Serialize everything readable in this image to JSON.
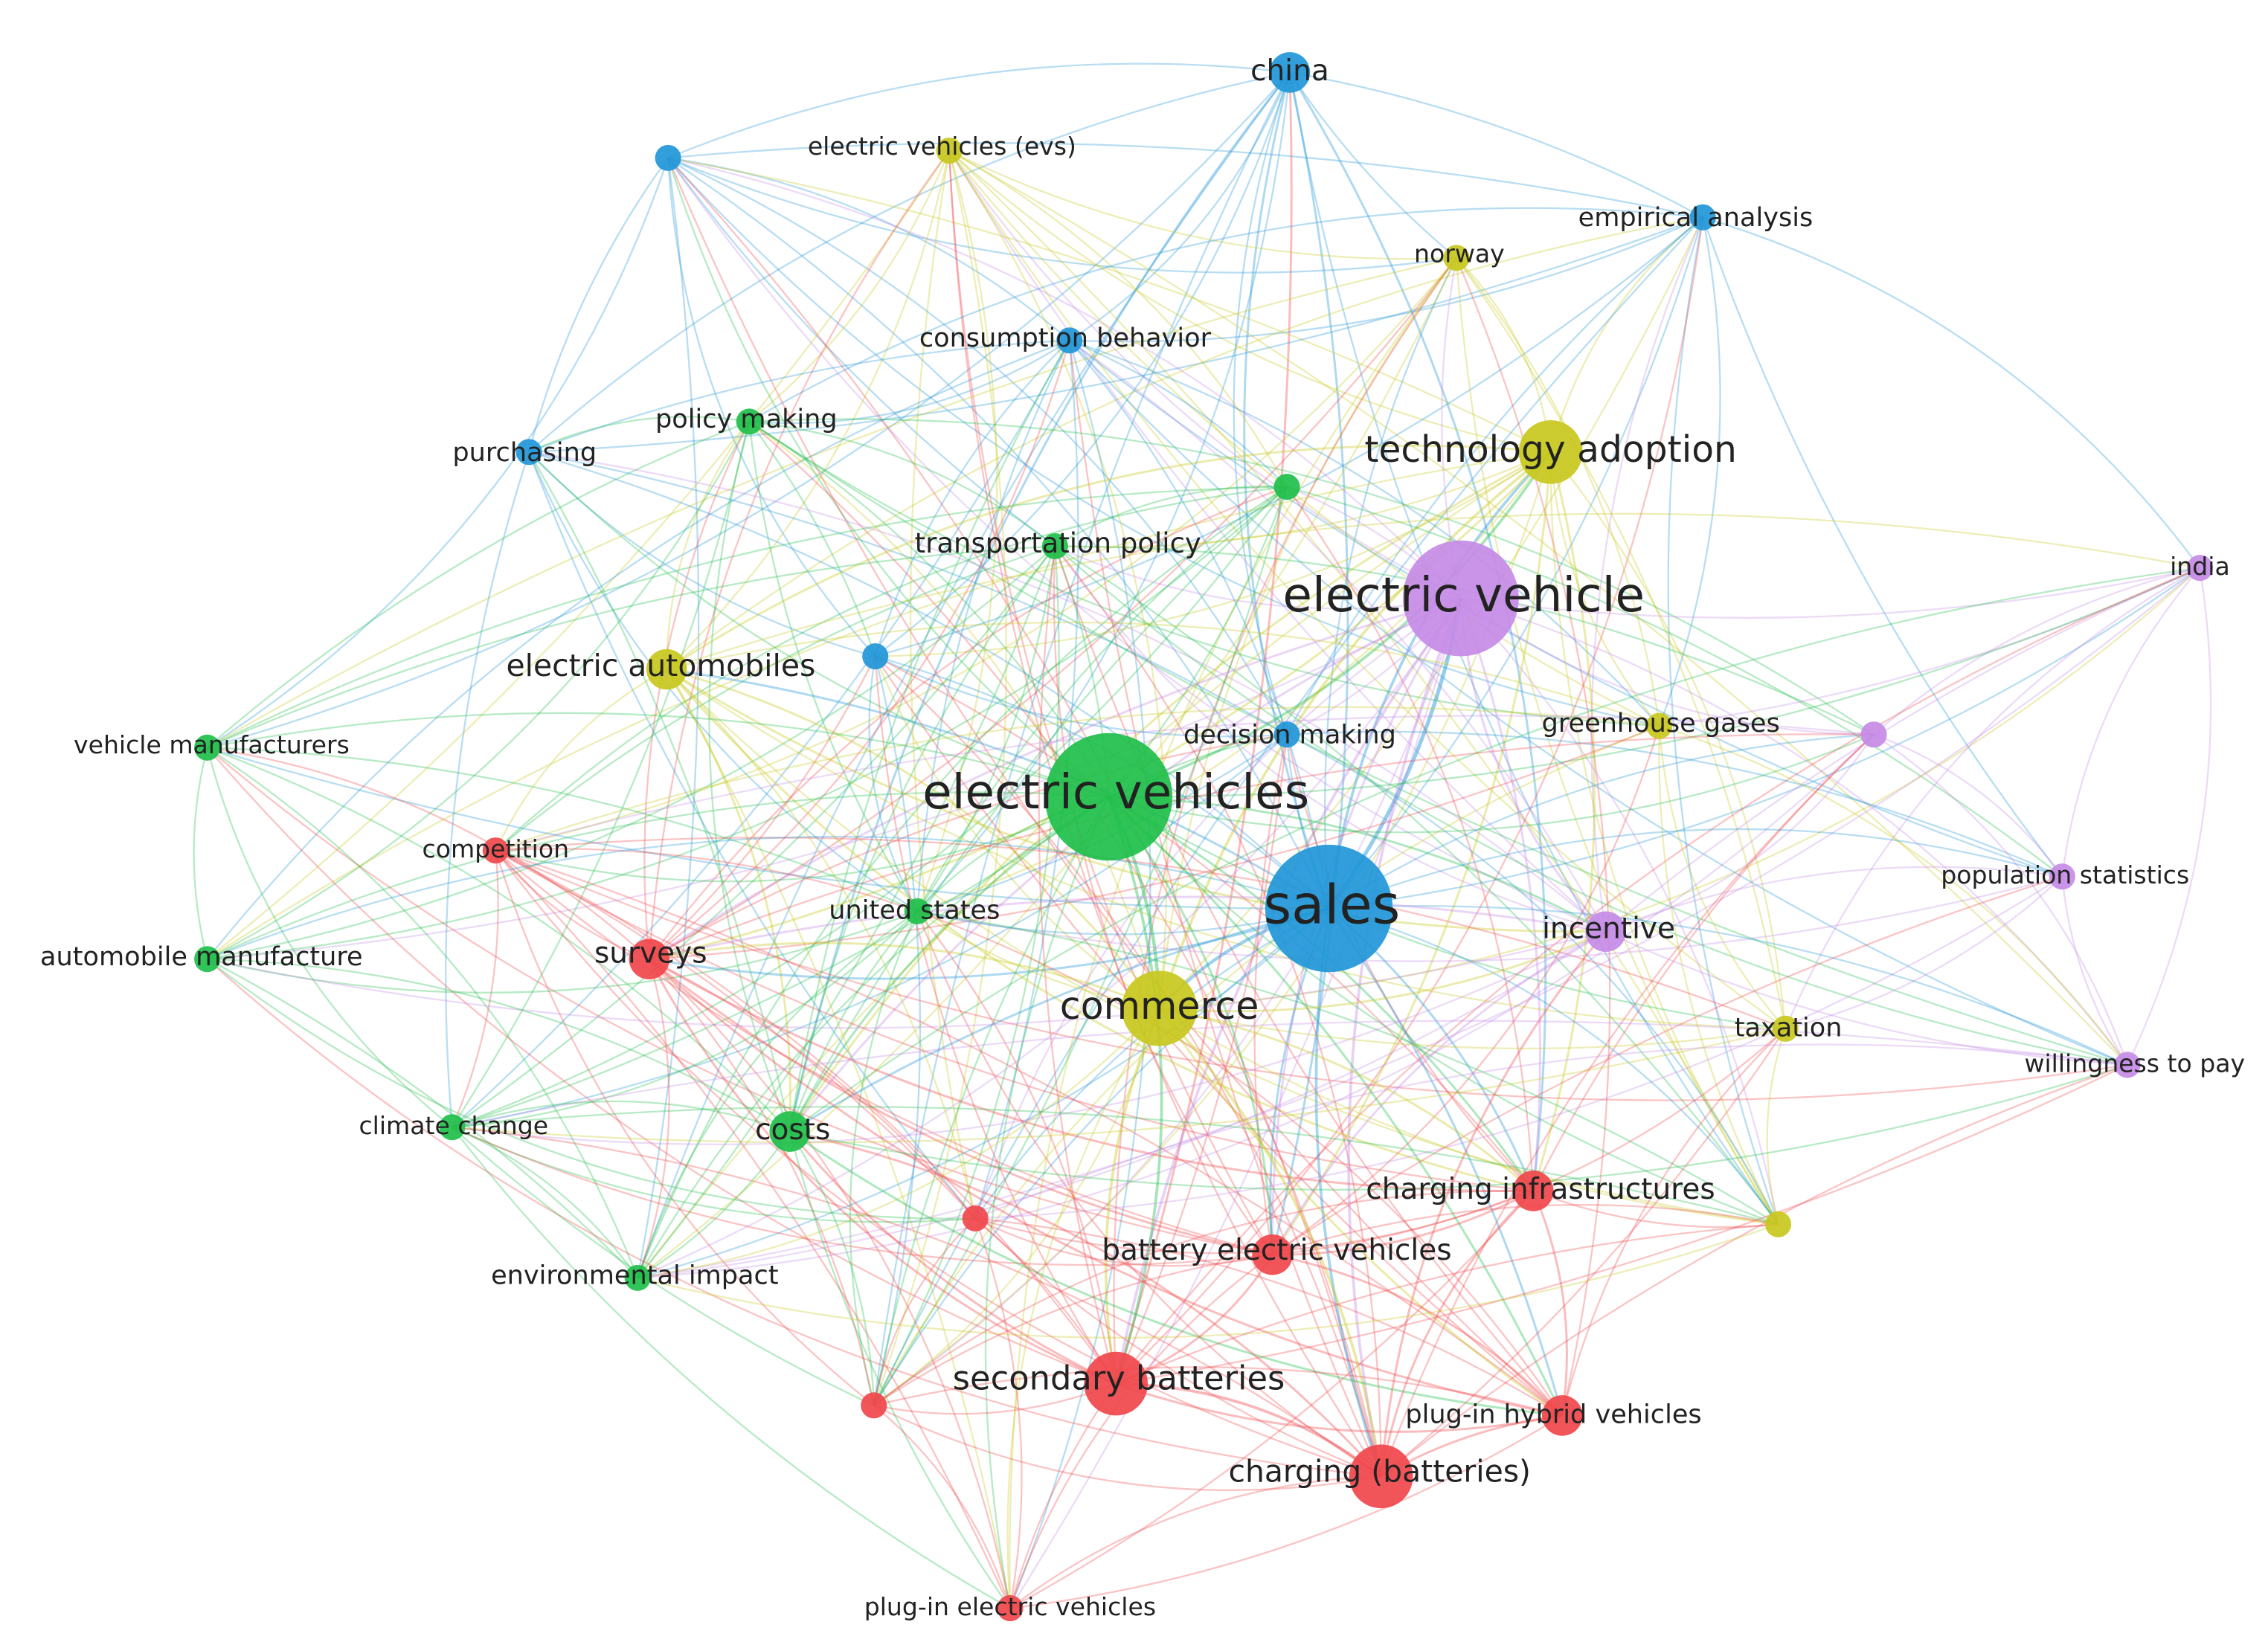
{
  "colors": {
    "red": "#f0474b",
    "green": "#1fbf4a",
    "blue": "#2196d8",
    "yellow": "#c8c81e",
    "purple": "#c58be6"
  },
  "nodes": [
    {
      "id": "china",
      "label": "china",
      "cluster": "blue",
      "weight": 2
    },
    {
      "id": "blue-unlabeled-top",
      "label": "",
      "cluster": "blue",
      "weight": 1
    },
    {
      "id": "electric-vehicles-evs",
      "label": "electric vehicles (evs)",
      "cluster": "yellow",
      "weight": 1
    },
    {
      "id": "empirical-analysis",
      "label": "empirical analysis",
      "cluster": "blue",
      "weight": 1
    },
    {
      "id": "norway",
      "label": "norway",
      "cluster": "yellow",
      "weight": 1
    },
    {
      "id": "consumption-behavior",
      "label": "consumption behavior",
      "cluster": "blue",
      "weight": 1
    },
    {
      "id": "policy-making",
      "label": "policy making",
      "cluster": "green",
      "weight": 1
    },
    {
      "id": "purchasing",
      "label": "purchasing",
      "cluster": "blue",
      "weight": 1
    },
    {
      "id": "technology-adoption",
      "label": "technology adoption",
      "cluster": "yellow",
      "weight": 3
    },
    {
      "id": "green-unlabeled",
      "label": "",
      "cluster": "green",
      "weight": 1
    },
    {
      "id": "transportation-policy",
      "label": "transportation policy",
      "cluster": "green",
      "weight": 1
    },
    {
      "id": "electric-vehicle",
      "label": "electric vehicle",
      "cluster": "purple",
      "weight": 5
    },
    {
      "id": "india",
      "label": "india",
      "cluster": "purple",
      "weight": 1
    },
    {
      "id": "electric-automobiles",
      "label": "electric automobiles",
      "cluster": "yellow",
      "weight": 2
    },
    {
      "id": "blue-unlabeled-mid",
      "label": "",
      "cluster": "blue",
      "weight": 1
    },
    {
      "id": "decision-making",
      "label": "decision making",
      "cluster": "blue",
      "weight": 1
    },
    {
      "id": "greenhouse-gases",
      "label": "greenhouse gases",
      "cluster": "yellow",
      "weight": 1
    },
    {
      "id": "purple-unlabeled",
      "label": "",
      "cluster": "purple",
      "weight": 1
    },
    {
      "id": "vehicle-manufacturers",
      "label": "vehicle manufacturers",
      "cluster": "green",
      "weight": 1
    },
    {
      "id": "electric-vehicles",
      "label": "electric vehicles",
      "cluster": "green",
      "weight": 6
    },
    {
      "id": "competition",
      "label": "competition",
      "cluster": "red",
      "weight": 1
    },
    {
      "id": "population-statistics",
      "label": "population statistics",
      "cluster": "purple",
      "weight": 1
    },
    {
      "id": "sales",
      "label": "sales",
      "cluster": "blue",
      "weight": 6
    },
    {
      "id": "united-states",
      "label": "united states",
      "cluster": "green",
      "weight": 1
    },
    {
      "id": "incentive",
      "label": "incentive",
      "cluster": "purple",
      "weight": 2
    },
    {
      "id": "automobile-manufacture",
      "label": "automobile manufacture",
      "cluster": "green",
      "weight": 1
    },
    {
      "id": "surveys",
      "label": "surveys",
      "cluster": "red",
      "weight": 2
    },
    {
      "id": "commerce",
      "label": "commerce",
      "cluster": "yellow",
      "weight": 4
    },
    {
      "id": "taxation",
      "label": "taxation",
      "cluster": "yellow",
      "weight": 1
    },
    {
      "id": "willingness-to-pay",
      "label": "willingness to pay",
      "cluster": "purple",
      "weight": 1
    },
    {
      "id": "climate-change",
      "label": "climate change",
      "cluster": "green",
      "weight": 1
    },
    {
      "id": "costs",
      "label": "costs",
      "cluster": "green",
      "weight": 2
    },
    {
      "id": "charging-infrastructures",
      "label": "charging infrastructures",
      "cluster": "red",
      "weight": 2
    },
    {
      "id": "red-unlabeled-mid",
      "label": "",
      "cluster": "red",
      "weight": 1
    },
    {
      "id": "yellow-unlabeled",
      "label": "",
      "cluster": "yellow",
      "weight": 1
    },
    {
      "id": "battery-electric-vehicles",
      "label": "battery electric vehicles",
      "cluster": "red",
      "weight": 2
    },
    {
      "id": "environmental-impact",
      "label": "environmental impact",
      "cluster": "green",
      "weight": 1
    },
    {
      "id": "secondary-batteries",
      "label": "secondary batteries",
      "cluster": "red",
      "weight": 3
    },
    {
      "id": "red-unlabeled-low",
      "label": "",
      "cluster": "red",
      "weight": 1
    },
    {
      "id": "plug-in-hybrid-vehicles",
      "label": "plug-in hybrid vehicles",
      "cluster": "red",
      "weight": 2
    },
    {
      "id": "charging-batteries",
      "label": "charging (batteries)",
      "cluster": "red",
      "weight": 3
    },
    {
      "id": "plug-in-electric-vehicles",
      "label": "plug-in electric vehicles",
      "cluster": "red",
      "weight": 1
    }
  ]
}
